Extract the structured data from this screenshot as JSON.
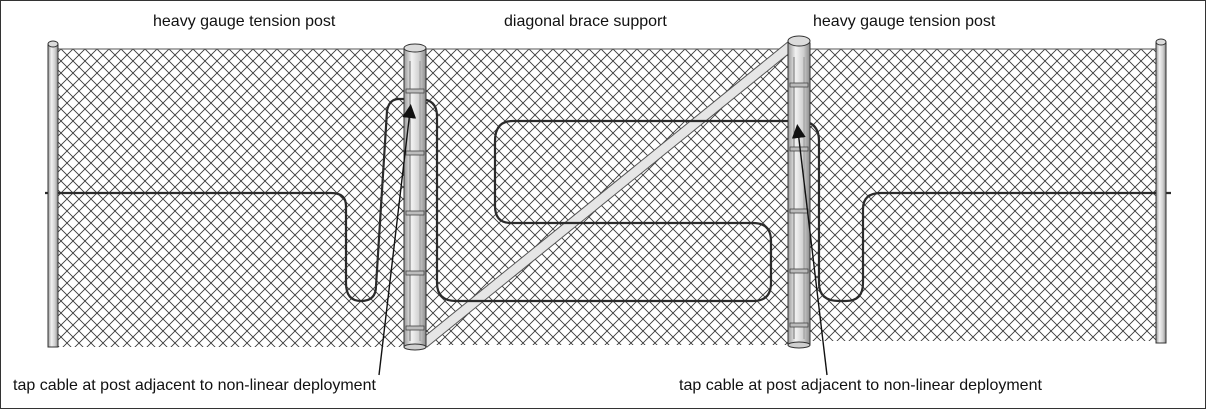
{
  "labels": {
    "post_left": "heavy gauge tension post",
    "brace": "diagonal brace support",
    "post_right": "heavy gauge tension post",
    "tap_left": "tap cable at post adjacent to non-linear deployment",
    "tap_right": "tap cable at post adjacent to non-linear deployment"
  },
  "colors": {
    "background": "#ffffff",
    "mesh": "#3a3a3a",
    "cable": "#2b2b2b",
    "post_fill": "#d9d9d9",
    "post_stroke": "#333333",
    "brace_fill": "#e6e6e6",
    "text": "#111111"
  },
  "icons": {
    "posts": "fence-post-icon",
    "mesh": "chain-link-mesh-icon",
    "cable": "sensor-cable-icon"
  }
}
